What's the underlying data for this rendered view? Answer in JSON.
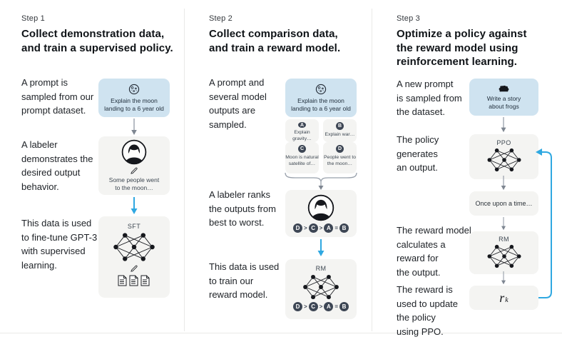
{
  "figure": {
    "colors": {
      "prompt_card_bg": "#cfe3f0",
      "box_bg": "#f4f4f2",
      "chip_bg": "#3d4654",
      "arrow_blue": "#2fa8e1",
      "arrow_grey": "#98a0ab",
      "divider": "#e9e9e7"
    },
    "step1": {
      "step_label": "Step 1",
      "title": "Collect demonstration data,\nand train a supervised policy.",
      "caption_prompt": "A prompt is\nsampled from our\nprompt dataset.",
      "caption_labeler": "A labeler\ndemonstrates the\ndesired output\nbehavior.",
      "caption_finetune": "This data is used\nto fine-tune GPT-3\nwith supervised\nlearning.",
      "prompt_card_text": "Explain the moon\nlanding to a 6 year old",
      "prompt_icon": "moon-icon",
      "labeler_icon": "person-icon",
      "write_icon": "pencil-icon",
      "docs_icon": "documents-icon",
      "network_icon": "neural-network-icon",
      "labeler_output": "Some people went\nto the moon…",
      "model_label": "SFT"
    },
    "step2": {
      "step_label": "Step 2",
      "title": "Collect comparison data,\nand train a reward model.",
      "caption_prompt": "A prompt and\nseveral model\noutputs are\nsampled.",
      "caption_rank": "A labeler ranks\nthe outputs from\nbest to worst.",
      "caption_train": "This data is used\nto train our\nreward model.",
      "prompt_card_text": "Explain the moon\nlanding to a 6 year old",
      "prompt_icon": "moon-icon",
      "labeler_icon": "person-icon",
      "brace_icon": "curly-brace-arrow-icon",
      "outputs": [
        {
          "id": "A",
          "text": "Explain gravity…"
        },
        {
          "id": "B",
          "text": "Explain war…"
        },
        {
          "id": "C",
          "text": "Moon is natural\nsatellite of…"
        },
        {
          "id": "D",
          "text": "People went to\nthe moon…"
        }
      ],
      "ranking": {
        "letters": [
          "D",
          "C",
          "A",
          "B"
        ],
        "ops": [
          ">",
          ">",
          "="
        ]
      },
      "model_label": "RM"
    },
    "step3": {
      "step_label": "Step 3",
      "title": "Optimize a policy against\nthe reward model using\nreinforcement learning.",
      "caption_prompt": "A new prompt\nis sampled from\nthe dataset.",
      "caption_policy": "The policy\ngenerates\nan output.",
      "caption_reward": "The reward model\ncalculates a\nreward for\nthe output.",
      "caption_update": "The reward is\nused to update\nthe policy\nusing PPO.",
      "prompt_card_text": "Write a story\nabout frogs",
      "prompt_icon": "frog-icon",
      "policy_label": "PPO",
      "output_text": "Once upon a time…",
      "rm_label": "RM",
      "reward_symbol": "r",
      "reward_subscript": "k",
      "loop_icon": "feedback-loop-arrow-icon"
    }
  }
}
